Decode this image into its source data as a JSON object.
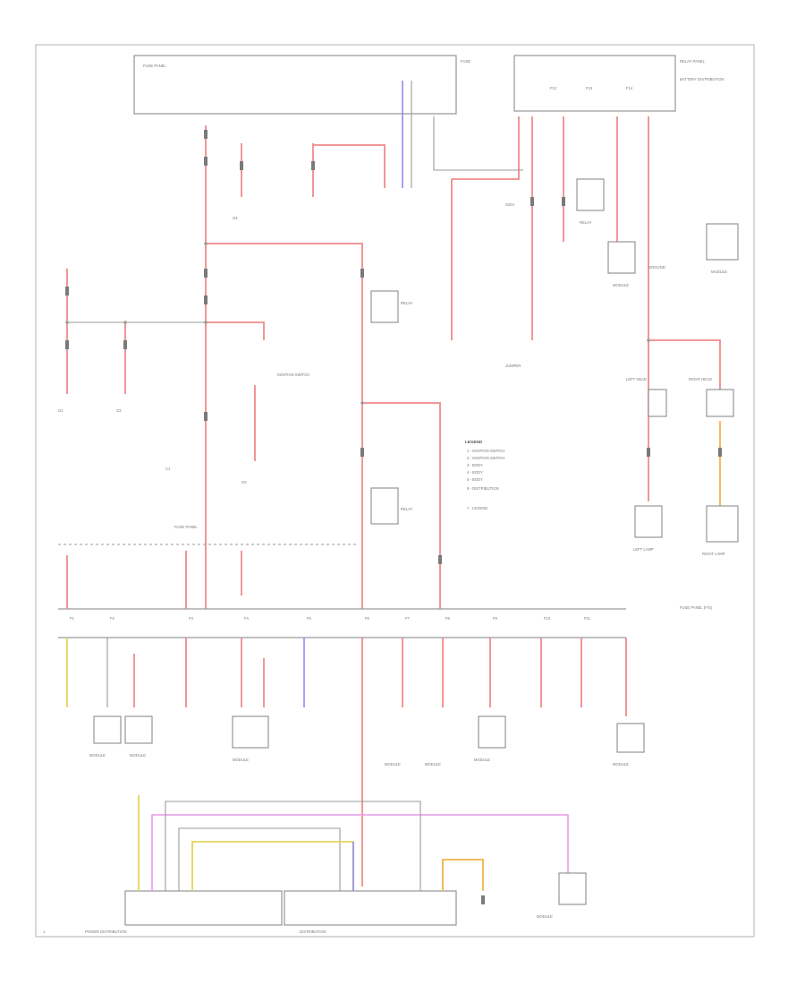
{
  "title": "",
  "labels": [
    {
      "id": "fuse-panel-top",
      "text": "FUSE PANEL"
    },
    {
      "id": "battery-fuse",
      "text": "FUSE"
    },
    {
      "id": "relay-panel-top",
      "text": "RELAY PANEL"
    },
    {
      "id": "battery-dist",
      "text": "BATTERY DISTRIBUTION"
    },
    {
      "id": "s204",
      "text": "S204"
    },
    {
      "id": "jumper-label",
      "text": "JUMPER"
    },
    {
      "id": "g1",
      "text": "G1"
    },
    {
      "id": "g2",
      "text": "G2"
    },
    {
      "id": "g3",
      "text": "G3"
    },
    {
      "id": "g4",
      "text": "G4"
    },
    {
      "id": "c1",
      "text": "C1"
    },
    {
      "id": "fuse-panel-bottom",
      "text": "FUSE PANEL"
    },
    {
      "id": "fuse-panel-name",
      "text": "FUSE PANEL (F/S)"
    },
    {
      "id": "left-head-label",
      "text": "LEFT HEAD"
    },
    {
      "id": "right-head-label",
      "text": "RIGHT HEAD"
    },
    {
      "id": "left-lamp",
      "text": "LEFT LAMP"
    },
    {
      "id": "right-lamp",
      "text": "RIGHT LAMP"
    },
    {
      "id": "legend-title",
      "text": "LEGEND"
    },
    {
      "id": "ignition-switch",
      "text": "IGNITION SWITCH"
    },
    {
      "id": "ground-label",
      "text": "GROUND"
    },
    {
      "id": "footer-left",
      "text": "POWER DISTRIBUTION"
    },
    {
      "id": "footer-right",
      "text": "DISTRIBUTION"
    },
    {
      "id": "page-number",
      "text": "1"
    }
  ],
  "legend": [
    "1 - IGNITION SWITCH",
    "2 - IGNITION SWITCH",
    "3 - BODY",
    "4 - BODY",
    "5 - BODY",
    "6 - DISTRIBUTION",
    "7 - LEGEND"
  ],
  "fuses": [
    "F1",
    "F2",
    "F3",
    "F4",
    "F5",
    "F6",
    "F7",
    "F8",
    "F9",
    "F10",
    "F11",
    "F12",
    "F13",
    "F14"
  ],
  "components": [
    {
      "id": "k1",
      "text": "RELAY"
    },
    {
      "id": "k2",
      "text": "RELAY"
    },
    {
      "id": "k3",
      "text": "RELAY"
    },
    {
      "id": "m1",
      "text": "MODULE"
    },
    {
      "id": "m2",
      "text": "MODULE"
    },
    {
      "id": "m3",
      "text": "MODULE"
    },
    {
      "id": "m4",
      "text": "MODULE"
    },
    {
      "id": "m5",
      "text": "MODULE"
    },
    {
      "id": "m6",
      "text": "MODULE"
    },
    {
      "id": "m7",
      "text": "MODULE"
    },
    {
      "id": "m8",
      "text": "MODULE"
    },
    {
      "id": "m9",
      "text": "MODULE"
    },
    {
      "id": "m10",
      "text": "MODULE"
    }
  ],
  "colors": {
    "red": "#f08a8a",
    "gray": "#9a9a9a",
    "blue": "#8c8cf2",
    "pink": "#e69ae6",
    "yellow": "#e6d35a",
    "orange": "#f0b44a"
  }
}
